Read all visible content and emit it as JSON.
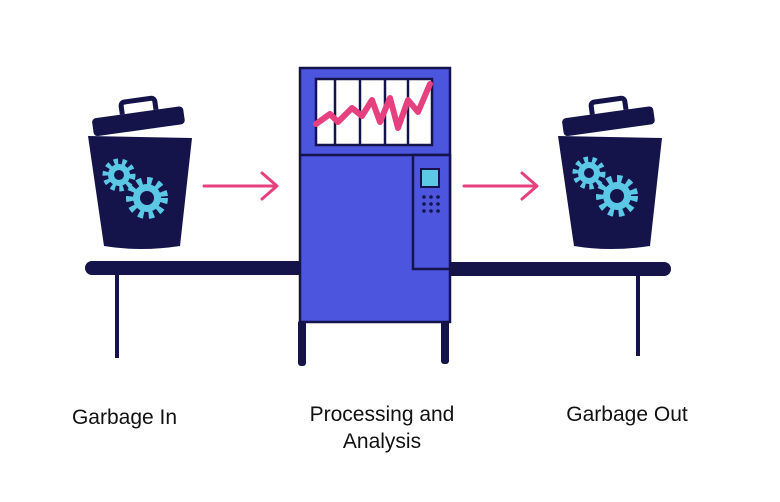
{
  "captions": {
    "input": "Garbage In",
    "processing": "Processing and Analysis",
    "output": "Garbage Out"
  },
  "icons": [
    "trash-can-icon",
    "gear-icon",
    "arrow-right-icon",
    "processing-machine-icon",
    "line-chart-icon",
    "control-panel-icon",
    "conveyor-belt-icon"
  ],
  "colors": {
    "navy": "#14144a",
    "machine_blue": "#4b55de",
    "gear_cyan": "#5bc8e6",
    "arrow_pink": "#e6407f"
  }
}
